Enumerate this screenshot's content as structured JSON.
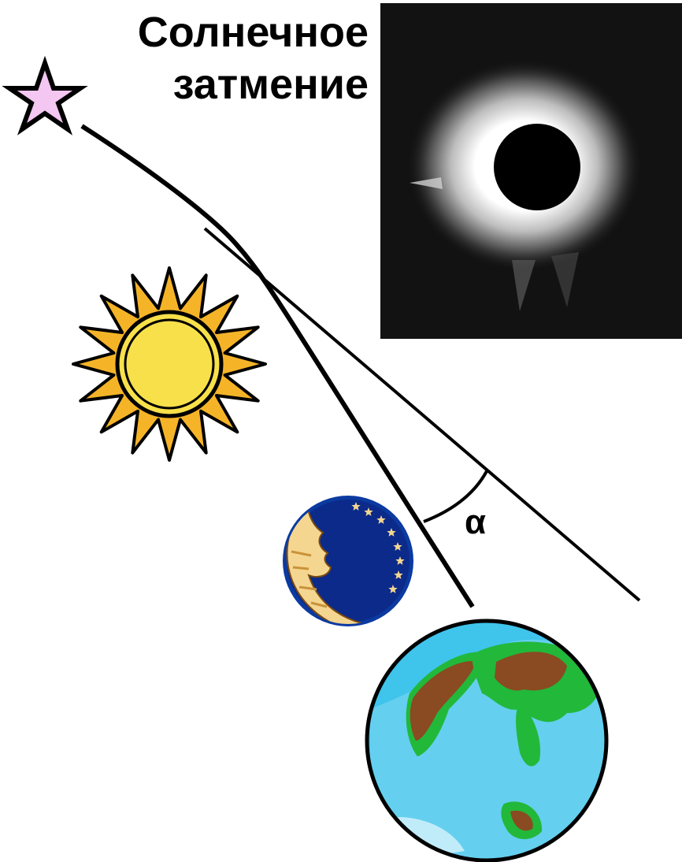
{
  "title": {
    "line1": "Солнечное",
    "line2": "затмение"
  },
  "angle_label": "α",
  "icons": {
    "star": "star-icon",
    "sun": "sun-icon",
    "moon": "crescent-moon-icon",
    "earth": "earth-globe-icon",
    "eclipse_photo": "solar-eclipse-photo"
  },
  "colors": {
    "star_fill": "#f4c6f2",
    "sun_fill": "#f8e04a",
    "sun_rays": "#f5b428",
    "moon_sky": "#0b2a8a",
    "moon_crescent": "#f4d690",
    "ocean": "#3fc4ec",
    "land_brown": "#8a4a22",
    "land_green": "#22b83a",
    "line": "#000000"
  }
}
